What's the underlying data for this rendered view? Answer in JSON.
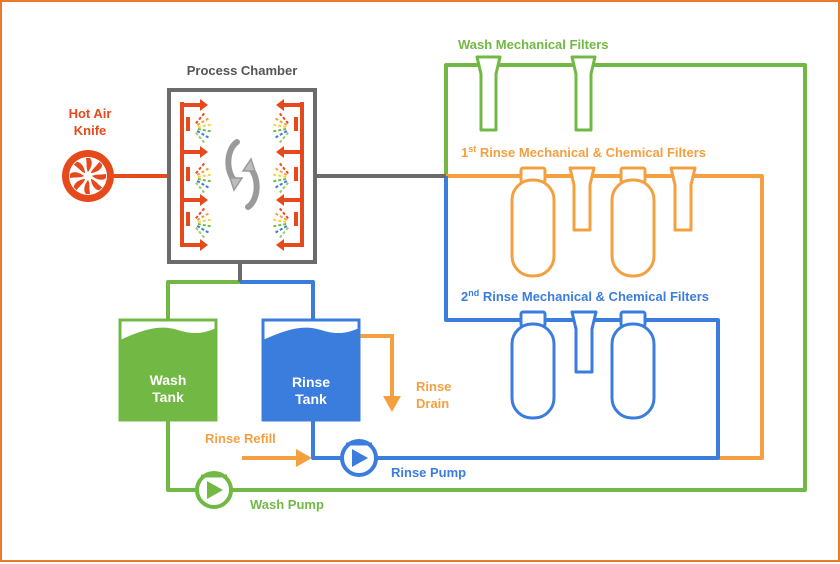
{
  "colors": {
    "wash": "#71b944",
    "rinse": "#3b7ddd",
    "orange": "#f4a041",
    "air": "#e64a1c",
    "chamber": "#6b6b6b",
    "frame": "#ec7a2d"
  },
  "labels": {
    "process_chamber": "Process Chamber",
    "hot_air_line1": "Hot Air",
    "hot_air_line2": "Knife",
    "wash_filters": "Wash Mechanical Filters",
    "rinse1_pre": "1",
    "rinse1_sup": "st",
    "rinse1_post": " Rinse Mechanical & Chemical Filters",
    "rinse2_pre": "2",
    "rinse2_sup": "nd",
    "rinse2_post": " Rinse Mechanical & Chemical Filters",
    "wash_tank_line1": "Wash",
    "wash_tank_line2": "Tank",
    "rinse_tank_line1": "Rinse",
    "rinse_tank_line2": "Tank",
    "rinse_drain_line1": "Rinse",
    "rinse_drain_line2": "Drain",
    "rinse_refill": "Rinse Refill",
    "rinse_pump": "Rinse Pump",
    "wash_pump": "Wash Pump"
  },
  "icons": {
    "fan": "fan-icon",
    "pump": "pump-icon",
    "rotation": "rotation-arrows-icon",
    "nozzle": "spray-nozzle-icon"
  }
}
